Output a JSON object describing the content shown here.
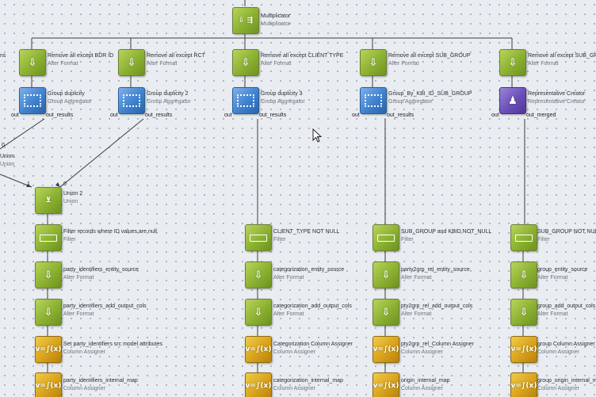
{
  "nodes": {
    "multiplicator": {
      "name": "Multiplicator",
      "type": "Multiplicator",
      "icon": "multiplicator-icon"
    },
    "left_partial": {
      "name": "ns"
    },
    "col1": {
      "remove": {
        "name": "Remove all except BDR ID",
        "type": "Alter Format"
      },
      "group": {
        "name": "Group duplicity",
        "type": "Group Aggregator"
      }
    },
    "col2": {
      "remove": {
        "name": "Remove all except RCT",
        "type": "Alter Format"
      },
      "group": {
        "name": "Group duplicity 2",
        "type": "Group Aggregator"
      }
    },
    "col3": {
      "remove": {
        "name": "Remove all except CLIENT TYPE",
        "type": "Alter Format"
      },
      "group": {
        "name": "Group duplicity 3",
        "type": "Group Aggregator"
      },
      "filter": {
        "name": "CLIENT_TYPE NOT NULL",
        "type": "Filter"
      },
      "alter1": {
        "name": "categorization_entity_source",
        "type": "Alter Format"
      },
      "alter2": {
        "name": "categorization_add_output_cols",
        "type": "Alter Format"
      },
      "assign1": {
        "name": "Categorization Column Assigner",
        "type": "Column Assigner"
      },
      "assign2": {
        "name": "categorization_internal_map",
        "type": "Column Assigner"
      }
    },
    "col4": {
      "remove": {
        "name": "Remove all except SUB_GROUP",
        "type": "Alter Format"
      },
      "group": {
        "name": "Group_By_KBI_ID_SUB_GROUP",
        "type": "Group Aggregator"
      },
      "filter": {
        "name": "SUB_GROUP and KBID NOT_NULL",
        "type": "Filter"
      },
      "alter1": {
        "name": "party2grp_rel_entity_source",
        "type": "Alter Format"
      },
      "alter2": {
        "name": "pty2grp_rel_add_output_cols",
        "type": "Alter Format"
      },
      "assign1": {
        "name": "pty2grp_rel_Column Assigner",
        "type": "Column Assigner"
      },
      "assign2": {
        "name": "origin_internal_map",
        "type": "Column Assigner"
      }
    },
    "col5": {
      "remove": {
        "name": "Remove all except SUB_GROUP",
        "type": "Alter Format"
      },
      "rep": {
        "name": "Representative Creator",
        "type": "Representative Creator"
      },
      "filter": {
        "name": "SUB_GROUP NOT NULL",
        "type": "Filter"
      },
      "alter1": {
        "name": "group_entity_source",
        "type": "Alter Format"
      },
      "alter2": {
        "name": "group_add_output_cols",
        "type": "Alter Format"
      },
      "assign1": {
        "name": "group Column Assigner",
        "type": "Column Assigner"
      },
      "assign2": {
        "name": "group_origin_internal_m",
        "type": "Column Assigner"
      }
    },
    "union1": {
      "name": "Union",
      "type": "Union"
    },
    "union2": {
      "name": "Union 2",
      "type": "Union"
    },
    "col1b": {
      "filter": {
        "name": "Filter records where ID values are null",
        "type": "Filter"
      },
      "alter1": {
        "name": "party_identifiers_entity_source",
        "type": "Alter Format"
      },
      "alter2": {
        "name": "party_identifiers_add_output_cols",
        "type": "Alter Format"
      },
      "assign1": {
        "name": "Set party_identifiers src model attributes",
        "type": "Column Assigner"
      },
      "assign2": {
        "name": "party_identifiers_internal_map",
        "type": "Column Assigner"
      }
    }
  },
  "ports": {
    "out": "out",
    "out_results": "out_results",
    "out_merged": "out_merged",
    "in_0": "0",
    "in_1": "1"
  },
  "glyphs": {
    "alter": "⇩",
    "assigner": "v=∫(x)",
    "representative": "♟",
    "union": "⊻"
  },
  "colors": {
    "canvas": "#e9edf1",
    "alter_format": "#8bb131",
    "group_aggregator": "#3f82cf",
    "representative_creator": "#6a4fb8",
    "column_assigner": "#d8a21c",
    "wire": "#3a3a3a"
  }
}
